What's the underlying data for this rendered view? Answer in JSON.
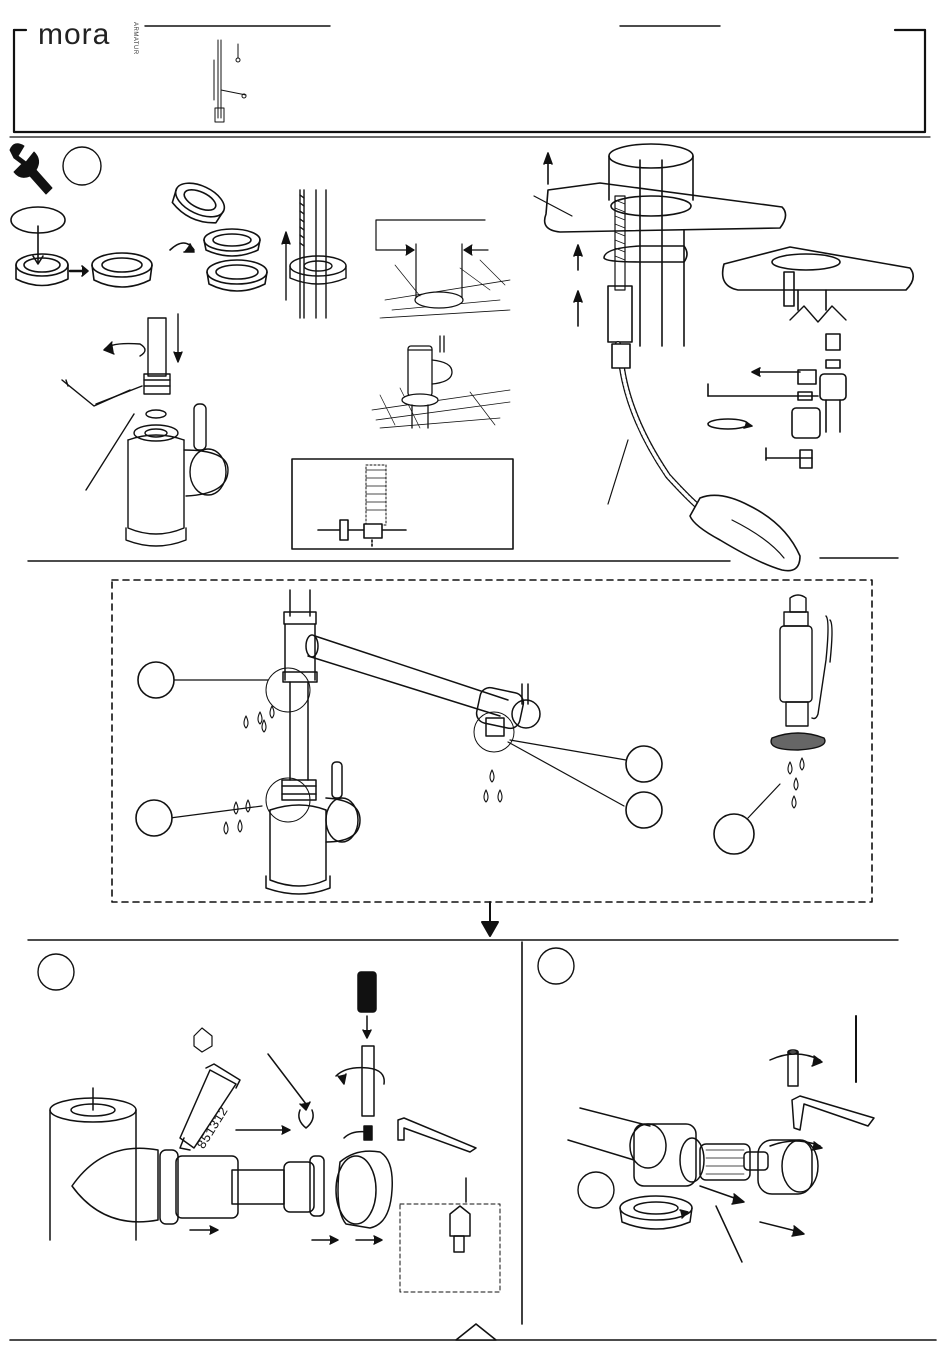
{
  "header": {
    "brand": "mora",
    "brand_sub": "ARMATUR"
  },
  "tube": {
    "code": "851312"
  }
}
